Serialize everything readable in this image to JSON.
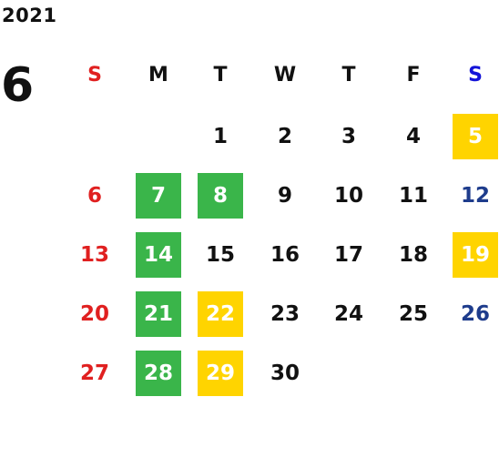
{
  "calendar": {
    "year": "2021",
    "month": "6",
    "weekdays": [
      "S",
      "M",
      "T",
      "W",
      "T",
      "F",
      "S"
    ],
    "days": [
      {
        "label": "1",
        "col": 2,
        "row": 0,
        "highlight": ""
      },
      {
        "label": "2",
        "col": 3,
        "row": 0,
        "highlight": ""
      },
      {
        "label": "3",
        "col": 4,
        "row": 0,
        "highlight": ""
      },
      {
        "label": "4",
        "col": 5,
        "row": 0,
        "highlight": ""
      },
      {
        "label": "5",
        "col": 6,
        "row": 0,
        "highlight": "yellow"
      },
      {
        "label": "6",
        "col": 0,
        "row": 1,
        "highlight": ""
      },
      {
        "label": "7",
        "col": 1,
        "row": 1,
        "highlight": "green"
      },
      {
        "label": "8",
        "col": 2,
        "row": 1,
        "highlight": "green"
      },
      {
        "label": "9",
        "col": 3,
        "row": 1,
        "highlight": ""
      },
      {
        "label": "10",
        "col": 4,
        "row": 1,
        "highlight": ""
      },
      {
        "label": "11",
        "col": 5,
        "row": 1,
        "highlight": ""
      },
      {
        "label": "12",
        "col": 6,
        "row": 1,
        "highlight": ""
      },
      {
        "label": "13",
        "col": 0,
        "row": 2,
        "highlight": ""
      },
      {
        "label": "14",
        "col": 1,
        "row": 2,
        "highlight": "green"
      },
      {
        "label": "15",
        "col": 2,
        "row": 2,
        "highlight": ""
      },
      {
        "label": "16",
        "col": 3,
        "row": 2,
        "highlight": ""
      },
      {
        "label": "17",
        "col": 4,
        "row": 2,
        "highlight": ""
      },
      {
        "label": "18",
        "col": 5,
        "row": 2,
        "highlight": ""
      },
      {
        "label": "19",
        "col": 6,
        "row": 2,
        "highlight": "yellow"
      },
      {
        "label": "20",
        "col": 0,
        "row": 3,
        "highlight": ""
      },
      {
        "label": "21",
        "col": 1,
        "row": 3,
        "highlight": "green"
      },
      {
        "label": "22",
        "col": 2,
        "row": 3,
        "highlight": "yellow"
      },
      {
        "label": "23",
        "col": 3,
        "row": 3,
        "highlight": ""
      },
      {
        "label": "24",
        "col": 4,
        "row": 3,
        "highlight": ""
      },
      {
        "label": "25",
        "col": 5,
        "row": 3,
        "highlight": ""
      },
      {
        "label": "26",
        "col": 6,
        "row": 3,
        "highlight": ""
      },
      {
        "label": "27",
        "col": 0,
        "row": 4,
        "highlight": ""
      },
      {
        "label": "28",
        "col": 1,
        "row": 4,
        "highlight": "green"
      },
      {
        "label": "29",
        "col": 2,
        "row": 4,
        "highlight": "yellow"
      },
      {
        "label": "30",
        "col": 3,
        "row": 4,
        "highlight": ""
      }
    ]
  },
  "colors": {
    "sunday": "#e02020",
    "saturday_header": "#1414d8",
    "saturday": "#1e3c8c",
    "highlight_green": "#3ab54a",
    "highlight_yellow": "#ffd400",
    "text": "#111111"
  }
}
